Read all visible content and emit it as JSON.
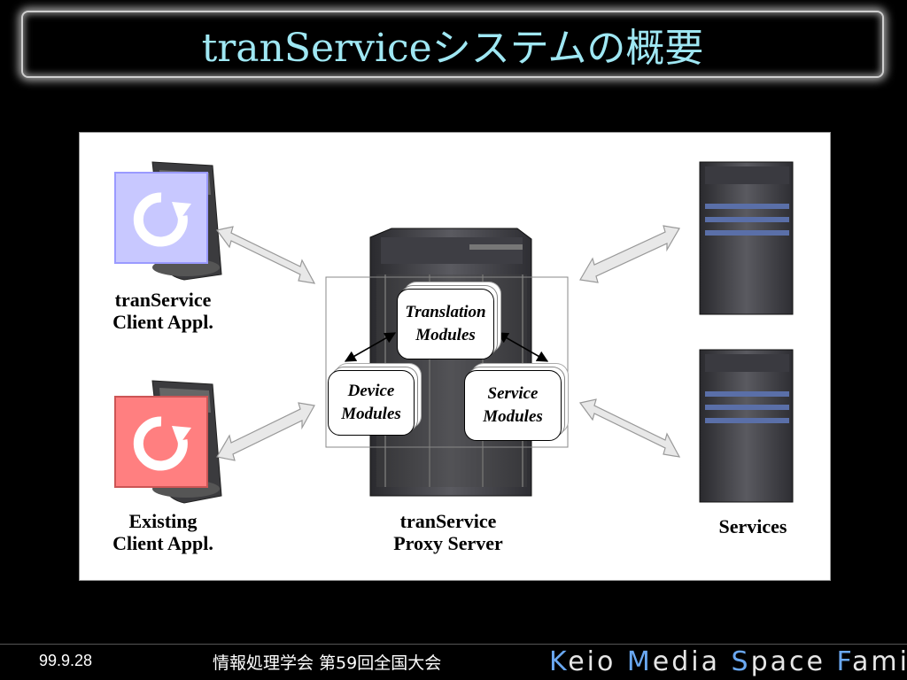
{
  "title": "tranServiceシステムの概要",
  "diagram": {
    "client_new_label": [
      "tranService",
      "Client Appl."
    ],
    "client_existing_label": [
      "Existing",
      "Client Appl."
    ],
    "proxy_label": [
      "tranService",
      "Proxy Server"
    ],
    "services_label": "Services",
    "modules": {
      "translation": [
        "Translation",
        "Modules"
      ],
      "device": [
        "Device",
        "Modules"
      ],
      "service": [
        "Service",
        "Modules"
      ]
    },
    "colors": {
      "client_new_icon": "#c8c8ff",
      "client_existing_icon": "#ff7f80",
      "arrow_fill": "#e8e8e8"
    }
  },
  "footer": {
    "date": "99.9.28",
    "conference": "情報処理学会 第59回全国大会",
    "brand": [
      {
        "c": "K",
        "color": "cyan"
      },
      {
        "c": "eio ",
        "color": "white"
      },
      {
        "c": "M",
        "color": "cyan"
      },
      {
        "c": "edia ",
        "color": "white"
      },
      {
        "c": "S",
        "color": "cyan"
      },
      {
        "c": "pace ",
        "color": "white"
      },
      {
        "c": "F",
        "color": "cyan"
      },
      {
        "c": "amily",
        "color": "white"
      }
    ]
  }
}
